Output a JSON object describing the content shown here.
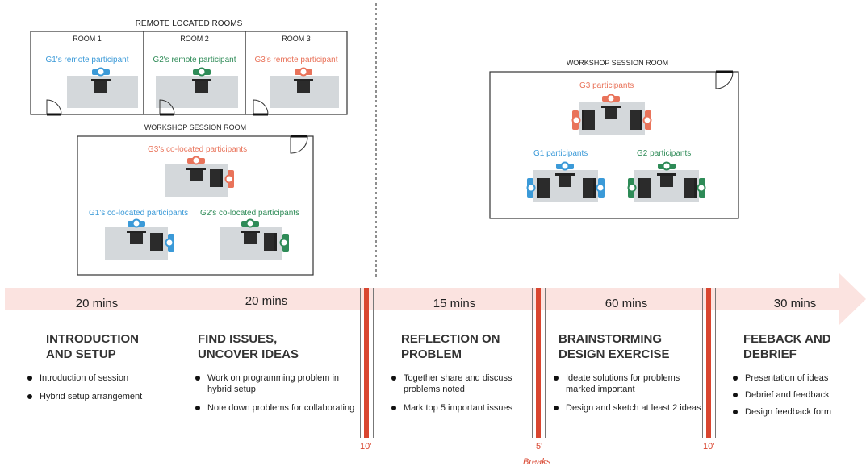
{
  "left_panel": {
    "remote_title": "REMOTE LOCATED ROOMS",
    "rooms": [
      {
        "label": "ROOM 1",
        "participant": "G1's remote participant"
      },
      {
        "label": "ROOM 2",
        "participant": "G2's remote participant"
      },
      {
        "label": "ROOM 3",
        "participant": "G3's remote participant"
      }
    ],
    "session_title": "WORKSHOP SESSION ROOM",
    "g3_label": "G3's co-located participants",
    "g1_label": "G1's co-located participants",
    "g2_label": "G2's co-located participants"
  },
  "right_panel": {
    "session_title": "WORKSHOP SESSION ROOM",
    "g3_label": "G3 participants",
    "g1_label": "G1 participants",
    "g2_label": "G2 participants"
  },
  "timeline": {
    "phases": [
      {
        "duration": "20 mins",
        "title": "INTRODUCTION\nAND SETUP",
        "bullets": [
          "Introduction of session",
          "Hybrid setup arrangement"
        ]
      },
      {
        "duration": "20 mins",
        "title": "FIND ISSUES,\nUNCOVER IDEAS",
        "bullets": [
          "Work on programming problem in hybrid setup",
          "Note down problems for collaborating"
        ]
      },
      {
        "duration": "15 mins",
        "title": "REFLECTION ON\nPROBLEM",
        "bullets": [
          "Together share and discuss problems noted",
          "Mark top 5 important issues"
        ]
      },
      {
        "duration": "60 mins",
        "title": "BRAINSTORMING\nDESIGN EXERCISE",
        "bullets": [
          "Ideate solutions for problems marked important",
          "Design and sketch at least 2 ideas"
        ]
      },
      {
        "duration": "30 mins",
        "title": "FEEBACK AND\nDEBRIEF",
        "bullets": [
          "Presentation of ideas",
          "Debrief and feedback",
          "Design feedback form"
        ]
      }
    ],
    "breaks": [
      "10'",
      "5'",
      "10'"
    ],
    "breaks_caption": "Breaks"
  },
  "colors": {
    "g1": "#3b9ad8",
    "g2": "#2e8b57",
    "g3": "#e9735a",
    "break": "#d94630",
    "arrow": "#fbe3e0"
  }
}
